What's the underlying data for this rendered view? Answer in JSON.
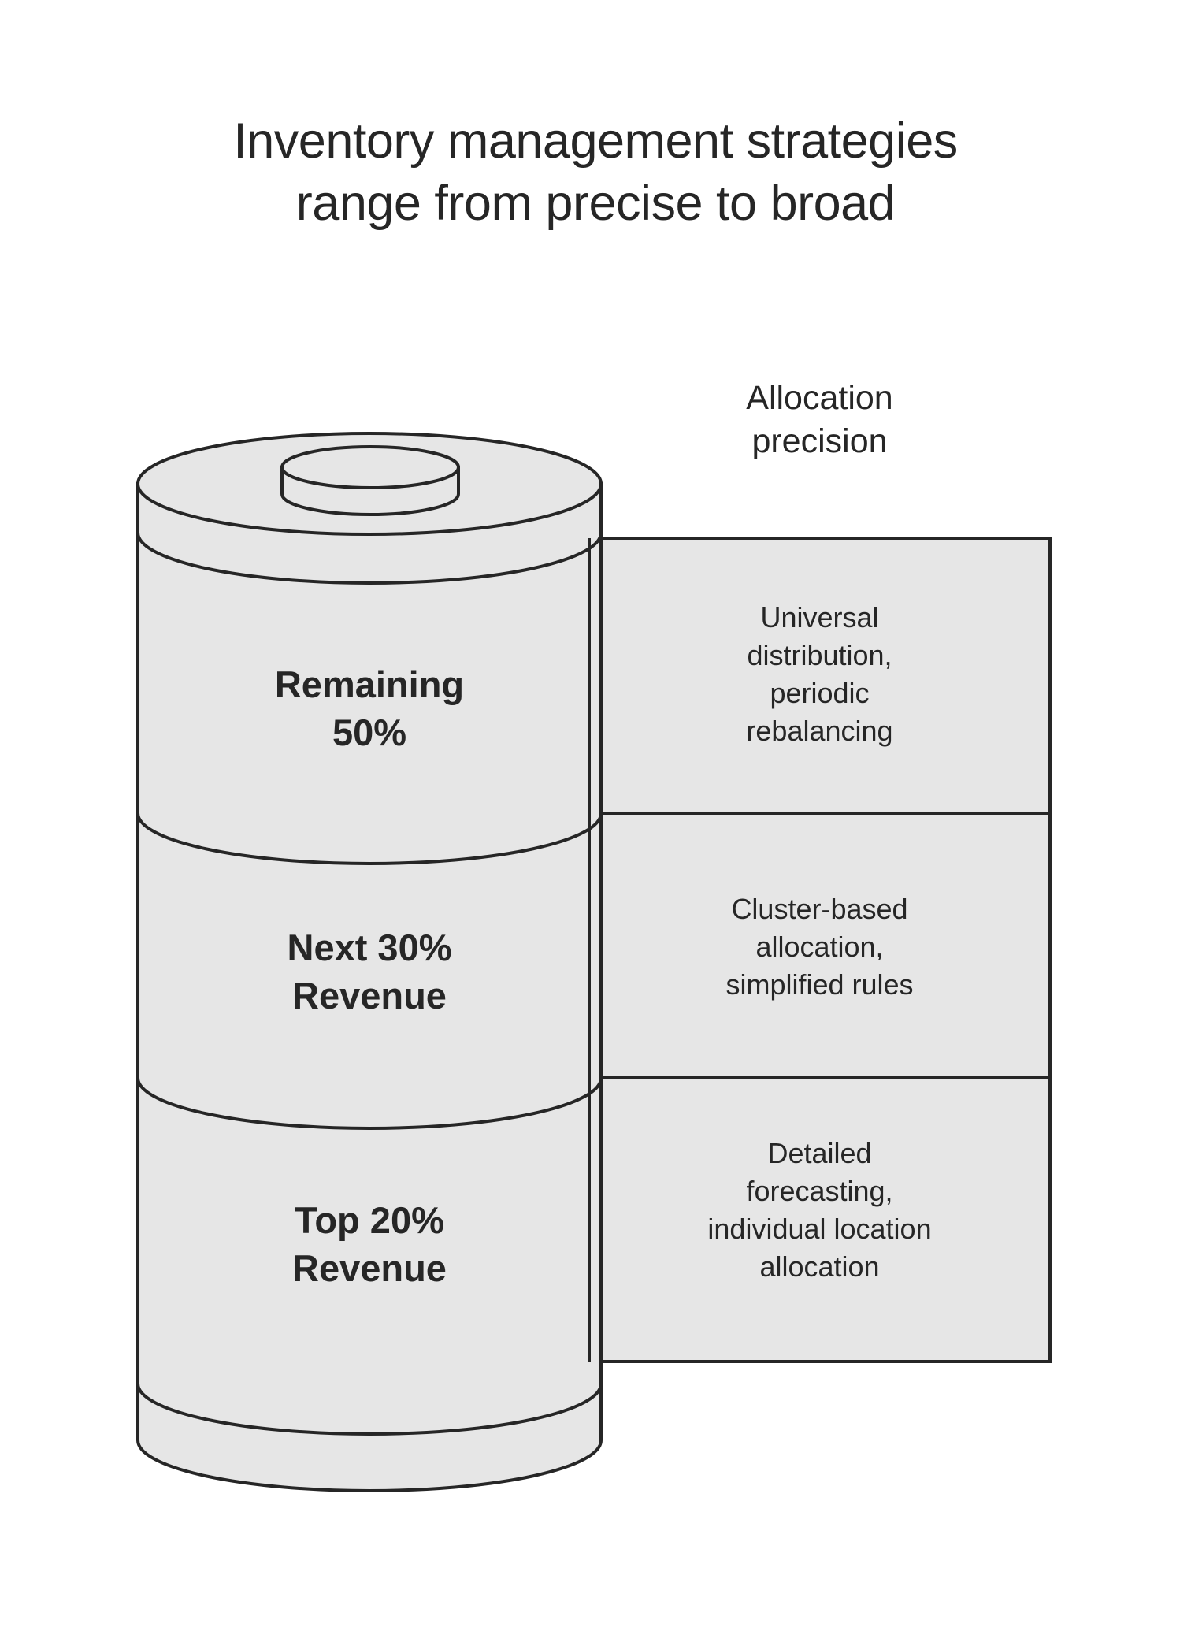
{
  "title": {
    "line1": "Inventory management strategies",
    "line2": "range from precise to broad"
  },
  "column_header": {
    "line1": "Allocation",
    "line2": "precision"
  },
  "colors": {
    "fill": "#e6e6e6",
    "stroke": "#262626",
    "text": "#262626",
    "background": "#ffffff"
  },
  "cylinder": {
    "segments": [
      {
        "id": "remaining-50",
        "label_line1": "Remaining",
        "label_line2": "50%",
        "share_percent": 50
      },
      {
        "id": "next-30",
        "label_line1": "Next 30%",
        "label_line2": "Revenue",
        "share_percent": 30
      },
      {
        "id": "top-20",
        "label_line1": "Top 20%",
        "label_line2": "Revenue",
        "share_percent": 20
      }
    ]
  },
  "panels": [
    {
      "id": "panel-universal",
      "lines": [
        "Universal",
        "distribution,",
        "periodic",
        "rebalancing"
      ]
    },
    {
      "id": "panel-cluster",
      "lines": [
        "Cluster-based",
        "allocation,",
        "simplified rules"
      ]
    },
    {
      "id": "panel-detailed",
      "lines": [
        "Detailed",
        "forecasting,",
        "individual location",
        "allocation"
      ]
    }
  ]
}
